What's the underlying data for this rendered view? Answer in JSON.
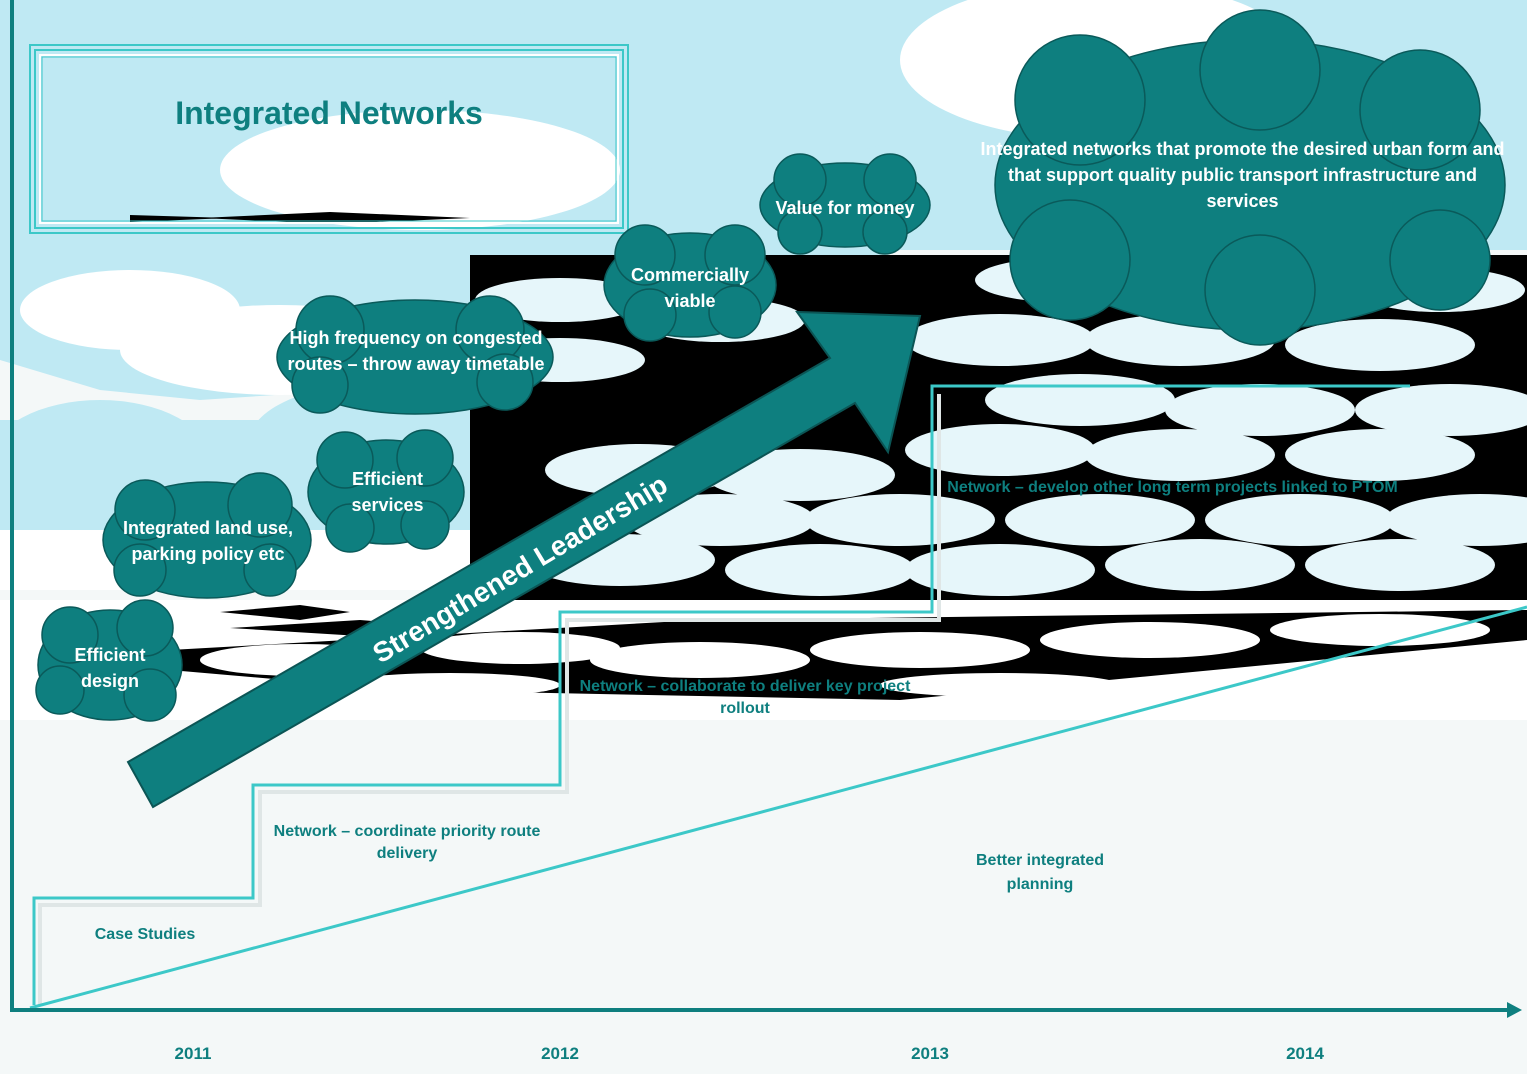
{
  "title": "Integrated Networks",
  "colors": {
    "teal": "#0e7f7f",
    "light_teal": "#3cc8c8",
    "sky": "#bfe9f3",
    "white": "#ffffff"
  },
  "arrow_label": "Strengthened Leadership",
  "clouds": {
    "efficient_design": "Efficient design",
    "integrated_land_use": "Integrated land use, parking policy etc",
    "efficient_services": "Efficient services",
    "high_frequency": "High frequency on congested routes – throw away timetable",
    "commercially_viable": "Commercially viable",
    "value_for_money": "Value for money",
    "goal": "Integrated networks that promote the desired urban form and that support quality public transport infrastructure and services"
  },
  "steps": {
    "case_studies": "Case Studies",
    "coordinate": "Network – coordinate priority route delivery",
    "collaborate": "Network – collaborate to deliver key project rollout",
    "develop": "Network – develop other long term projects linked to PTOM",
    "better_planning": "Better integrated planning"
  },
  "years": [
    "2011",
    "2012",
    "2013",
    "2014"
  ]
}
